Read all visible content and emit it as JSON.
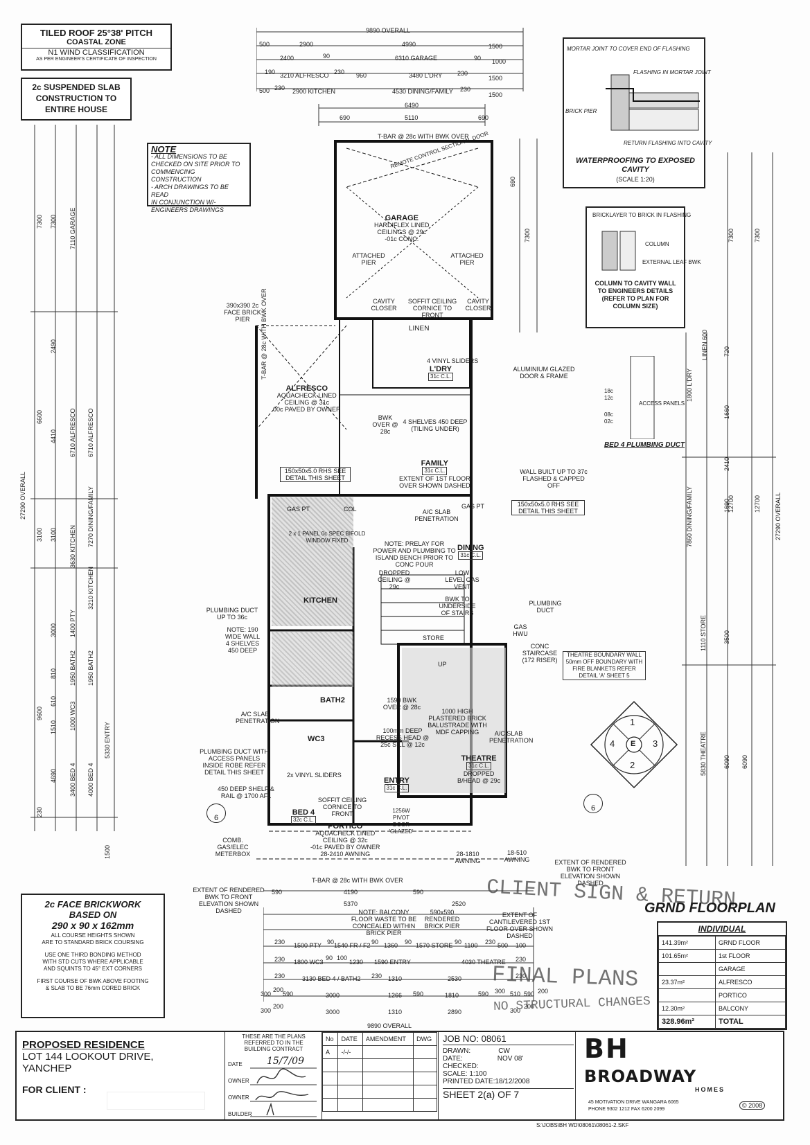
{
  "header_notes": {
    "roof_lines": [
      "TILED ROOF 25°38' PITCH",
      "COASTAL ZONE",
      "N1 WIND CLASSIFICATION",
      "AS PER ENGINEER'S CERTIFICATE OF INSPECTION"
    ],
    "slab_lines": [
      "2c SUSPENDED SLAB",
      "CONSTRUCTION TO",
      "ENTIRE HOUSE"
    ]
  },
  "note_box": {
    "title": "NOTE",
    "lines": [
      "- ALL DIMENSIONS TO BE",
      "CHECKED ON SITE PRIOR TO",
      "COMMENCING CONSTRUCTION",
      "- ARCH DRAWINGS TO BE READ",
      "IN CONJUNCTION W/-",
      "ENGINEERS DRAWINGS"
    ]
  },
  "details": {
    "waterproofing": {
      "labels": [
        "MORTAR JOINT TO COVER END OF FLASHING",
        "FLASHING IN MORTAR JOINT",
        "BRICK PIER",
        "RETURN FLASHING INTO CAVITY"
      ],
      "title": "WATERPROOFING TO EXPOSED CAVITY",
      "scale": "(SCALE 1:20)"
    },
    "column": {
      "labels": [
        "BRICKLAYER TO BRICK IN FLASHING",
        "COLUMN",
        "EXTERNAL LEAF BWK"
      ],
      "title": "COLUMN TO CAVITY WALL TO ENGINEERS DETAILS (REFER TO PLAN FOR COLUMN SIZE)"
    },
    "plumbing_duct": {
      "labels": [
        "18c",
        "12c",
        "08c",
        "02c",
        "ACCESS PANELS"
      ],
      "title": "BED 4 PLUMBING DUCT"
    }
  },
  "top_dims": {
    "overall": "9890 OVERALL",
    "row1": [
      "500",
      "2900",
      "4990",
      "1500"
    ],
    "row2": [
      "2400",
      "90",
      "6310 GARAGE",
      "90",
      "1000"
    ],
    "row3": [
      "190",
      "3210 ALFRESCO",
      "230",
      "960",
      "3480 L'DRY",
      "230",
      "1500"
    ],
    "row4": [
      "500",
      "230",
      "2900 KITCHEN",
      "4530 DINING/FAMILY",
      "230",
      "1500"
    ],
    "row5": [
      "6490"
    ],
    "row6": [
      "690",
      "5110",
      "690"
    ]
  },
  "left_dims_outer": [
    "7300",
    "6600",
    "3100",
    "9600",
    "230",
    "27290 OVERALL"
  ],
  "left_dims_mid": [
    "7300",
    "2490",
    "4410",
    "3100",
    "3000",
    "810",
    "610",
    "1510",
    "4690"
  ],
  "left_dims_inner": [
    "7110 GARAGE",
    "6710 ALFRESCO",
    "3630 KITCHEN",
    "1400 PTY",
    "1950 BATH2",
    "1000 WC3",
    "3400 BED 4"
  ],
  "left_dims_inner2": [
    "6710 ALFRESCO",
    "7270 DINING/FAMILY",
    "3210 KITCHEN",
    "1950 BATH2",
    "5330 ENTRY",
    "4000 BED 4",
    "1500"
  ],
  "right_dims_outer": [
    "7300",
    "12700",
    "27290 OVERALL"
  ],
  "right_dims_mid": [
    "7300",
    "1800 L'DRY",
    "7860 DINING/FAMILY",
    "1110 STORE",
    "5830 THEATRE",
    "6090"
  ],
  "right_dims_inner": [
    "LINEN 600",
    "720",
    "1660",
    "2410",
    "1690",
    "3500",
    "6090"
  ],
  "rooms": {
    "garage": {
      "name": "GARAGE",
      "sub": [
        "HARDIFLEX LINED",
        "CEILINGS @ 29c",
        "-01c CONC."
      ]
    },
    "garage_door": "REMOTE CONTROL SECTIONAL DOOR",
    "alfresco": {
      "name": "ALFRESCO",
      "sub": [
        "AQUACHECK LINED",
        "CEILING @ 31c",
        "00c PAVED BY OWNER"
      ]
    },
    "laundry": {
      "name": "L'DRY",
      "ceil": "31c C.L."
    },
    "linen": "LINEN",
    "family": {
      "name": "FAMILY",
      "ceil": "31c C.L.",
      "sub": [
        "EXTENT OF 1ST FLOOR",
        "OVER SHOWN DASHED"
      ]
    },
    "dining": {
      "name": "DINING",
      "ceil": "31c C.L."
    },
    "kitchen": {
      "name": "KITCHEN"
    },
    "bath2": {
      "name": "BATH2"
    },
    "wc3": {
      "name": "WC3"
    },
    "bed4": {
      "name": "BED 4",
      "ceil": "32c C.L."
    },
    "portico": {
      "name": "PORTICO",
      "sub": [
        "AQUACHECK LINED",
        "CEILING @ 32c",
        "-01c PAVED BY OWNER",
        "28-2410 AWNING"
      ]
    },
    "entry": {
      "name": "ENTRY",
      "ceil": "31c C.L."
    },
    "theatre": {
      "name": "THEATRE",
      "ceil": "31c C.L.",
      "sub": [
        "DROPPED",
        "B/HEAD @ 29c"
      ]
    },
    "store": "STORE"
  },
  "plan_notes": {
    "attached_pier_l": "ATTACHED PIER",
    "attached_pier_r": "ATTACHED PIER",
    "cavity_closer_l": "CAVITY CLOSER",
    "cavity_closer_r": "CAVITY CLOSER",
    "soffit": "SOFFIT CEILING CORNICE TO FRONT",
    "tbar_top": "T-BAR @ 28c WITH BWK OVER",
    "tbar_alfresco": "T-BAR @ 28c WITH BWK OVER",
    "brick_pier": "390x390 2c FACE BRICK PIER",
    "vinyl_sliders": "4 VINYL SLIDERS",
    "aluminium_door": "ALUMINIUM GLAZED DOOR & FRAME",
    "bwk_over": "BWK OVER @ 28c",
    "shelves": "4 SHELVES 450 DEEP (TILING UNDER)",
    "rhs_l": "150x50x5.0 RHS SEE DETAIL THIS SHEET",
    "rhs_r": "150x50x5.0 RHS SEE DETAIL THIS SHEET",
    "wall_built": "WALL BUILT UP TO 37c FLASHED & CAPPED OFF",
    "gas_pt_l": "GAS PT",
    "gas_pt_r": "GAS PT",
    "col": "COL",
    "ac_slab": "A/C SLAB PENETRATION",
    "window": "2 x 1 PANEL 0c SPEC BIFOLD WINDOW FIXED",
    "prelay": "NOTE: PRELAY FOR POWER AND PLUMBING TO ISLAND BENCH PRIOR TO CONC POUR",
    "dropped_ceiling": "DROPPED CEILING @ 29c",
    "low_gas": "LOW LEVEL GAS VENT",
    "bwk_underside": "BWK TO UNDERSIDE OF STAIRS",
    "plumbing_duct_r": "PLUMBING DUCT",
    "gas_hwu": "GAS HWU",
    "conc_stair": "CONC STAIRCASE (172 RISER)",
    "theatre_wall": "THEATRE BOUNDARY WALL 50mm OFF BOUNDARY WITH FIRE BLANKETS REFER DETAIL 'A' SHEET 5",
    "plumbing_duct_l": "PLUMBING DUCT UP TO 36c",
    "wide_wall": "NOTE: 190 WIDE WALL 4 SHELVES 450 DEEP",
    "up": "UP",
    "bwk_over2": "1590 BWK OVER @ 28c",
    "balustrade": "1000 HIGH PLASTERED BRICK BALUSTRADE WITH MDF CAPPING",
    "ac_slab_l": "A/C SLAB PENETRATION",
    "ac_slab_th": "A/C SLAB PENETRATION",
    "recess": "100mm DEEP RECESS HEAD @ 25c SILL @ 12c",
    "pipe_duct": "PLUMBING DUCT WITH ACCESS PANELS INSIDE ROBE REFER DETAIL THIS SHEET",
    "vinyl2": "2x VINYL SLIDERS",
    "shelf": "450 DEEP SHELF & RAIL @ 1700 AFL",
    "soffit2": "SOFFIT CEILING CORNICE TO FRONT",
    "pivot": "1256W PIVOT DOOR 'GLAZED'",
    "meter": "COMB. GAS/ELEC METERBOX",
    "awning1": "28-1810 AWNING",
    "awning2": "18-510 AWNING",
    "rend_l": "EXTENT OF RENDERED BWK TO FRONT ELEVATION SHOWN DASHED",
    "rend_r": "EXTENT OF RENDERED BWK TO FRONT ELEVATION SHOWN DASHED",
    "tbar_bottom": "T-BAR @ 28c WITH BWK OVER",
    "balcony": "NOTE: BALCONY FLOOR WASTE TO BE CONCEALED WITHIN BRICK PIER",
    "rendered_pier": "590x590 RENDERED BRICK PIER",
    "cantilever": "EXTENT OF CANTILEVERED 1ST FLOOR OVER SHOWN DASHED",
    "marker": "6"
  },
  "bottom_dims": {
    "rows": [
      [
        "230",
        "1500 PTY",
        "90",
        "1540 FR / F2",
        "90",
        "1360",
        "90",
        "1570 STORE",
        "90",
        "1100",
        "230",
        "500",
        "100"
      ],
      [
        "230",
        "1800 WC3",
        "90",
        "100",
        "1230",
        "1590 ENTRY",
        "4030 THEATRE",
        "230"
      ],
      [
        "230",
        "3130 BED 4 / BATH2",
        "230",
        "1310",
        "2530",
        "230"
      ],
      [
        "300",
        "200",
        "590",
        "3000",
        "1266",
        "590",
        "1810",
        "590",
        "300",
        "510",
        "590",
        "200"
      ],
      [
        "300",
        "200",
        "3000",
        "1310",
        "2890",
        "300",
        "200"
      ]
    ],
    "overall": "9890 OVERALL",
    "extra": [
      "590",
      "4190",
      "590",
      "5370",
      "2520"
    ]
  },
  "compass": {
    "n1": "1",
    "n2": "2",
    "n3": "3",
    "n4": "4",
    "center": "E"
  },
  "brick_note": {
    "title_lines": [
      "2c FACE BRICKWORK",
      "BASED ON"
    ],
    "size": "290 x 90 x 162mm",
    "body": [
      "ALL COURSE HEIGHTS SHOWN",
      "ARE TO STANDARD BRICK COURSING",
      "",
      "USE ONE THIRD BONDING METHOD",
      "WITH STD CUTS WHERE APPLICABLE",
      "AND SQUINTS TO 45° EXT CORNERS",
      "",
      "FIRST COURSE OF BWK ABOVE FOOTING",
      "& SLAB TO BE 76mm CORED BRICK"
    ]
  },
  "stamps": [
    "CLIENT SIGN & RETURN",
    "FINAL PLANS",
    "NO STRUCTURAL CHANGES"
  ],
  "area_table": {
    "title": "GRND FLOORPLAN",
    "subtitle": "INDIVIDUAL",
    "rows": [
      {
        "area": "141.39m²",
        "name": "GRND FLOOR"
      },
      {
        "area": "101.65m²",
        "name": "1st FLOOR"
      },
      {
        "area": "",
        "name": "GARAGE"
      },
      {
        "area": "23.37m²",
        "name": "ALFRESCO"
      },
      {
        "area": "",
        "name": "PORTICO"
      },
      {
        "area": "12.30m²",
        "name": "BALCONY"
      }
    ],
    "total_area": "328.96m²",
    "total_label": "TOTAL"
  },
  "title_block": {
    "project": "PROPOSED RESIDENCE",
    "address1": "LOT 144 LOOKOUT DRIVE,",
    "address2": "YANCHEP",
    "client_label": "FOR CLIENT :",
    "contract_note": [
      "THESE ARE THE PLANS",
      "REFERRED TO IN THE",
      "BUILDING CONTRACT"
    ],
    "sig_labels": [
      "DATE",
      "OWNER",
      "OWNER",
      "BUILDER"
    ],
    "date_value": "15/7/09",
    "amend_headers": [
      "No",
      "DATE",
      "AMENDMENT",
      "DWG"
    ],
    "amend_row": [
      "A",
      "-/-/-",
      "",
      ""
    ],
    "job_no": "JOB NO: 08061",
    "drawn_label": "DRAWN:",
    "drawn": "CW",
    "date_label": "DATE:",
    "date": "NOV 08'",
    "checked_label": "CHECKED:",
    "scale": "SCALE: 1:100",
    "printed": "PRINTED DATE:18/12/2008",
    "sheet": "SHEET 2(a) OF  7",
    "logo_bh": "BH",
    "logo_broadway": "BROADWAY",
    "logo_homes": "HOMES",
    "company_addr": "45 MOTIVATION DRIVE  WANGARA 6065",
    "company_phone": "PHONE  9302 1212     FAX  6200 2099",
    "copyright": "© 2008",
    "file_path": "S:\\JOBS\\BH WD\\08061\\08061-2.SKF"
  }
}
